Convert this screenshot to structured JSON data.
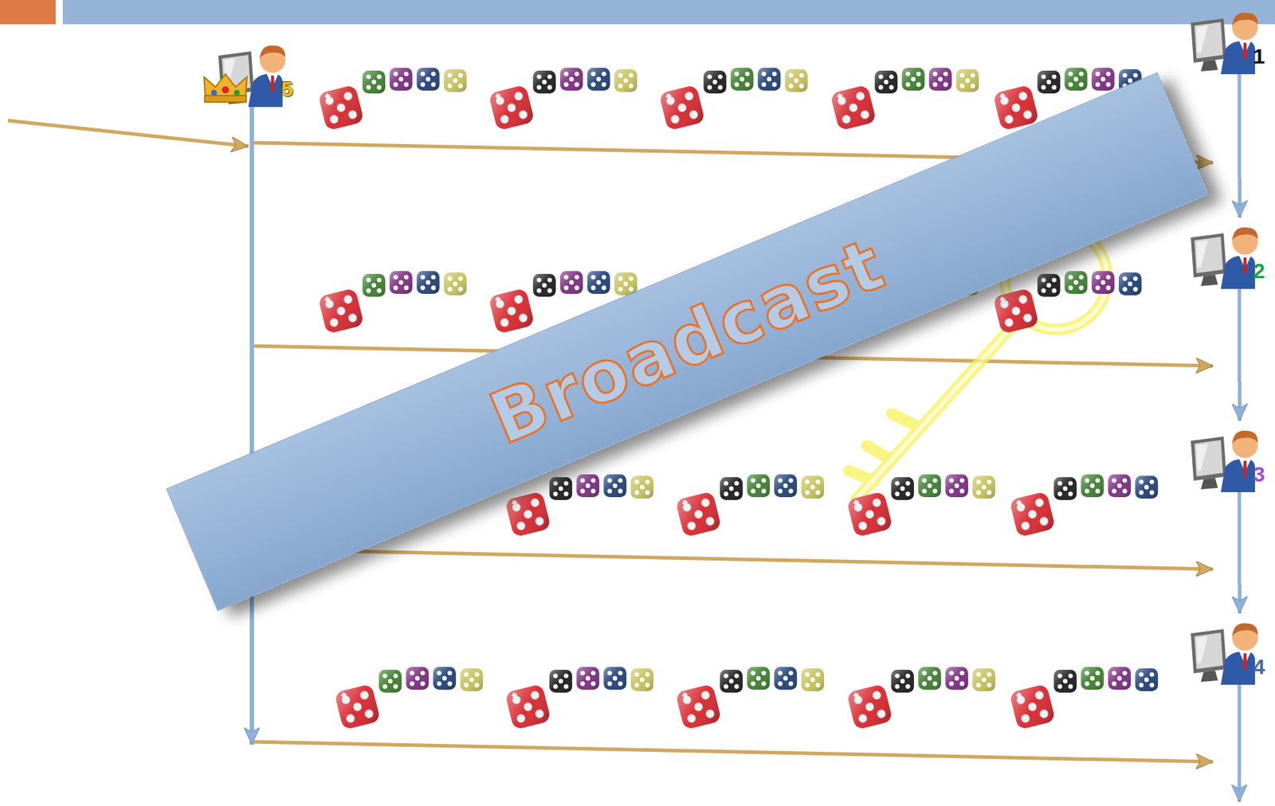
{
  "diagram": {
    "nodes": [
      {
        "text": [
          "5"
        ]
      },
      {
        "text": [
          "1"
        ]
      },
      {
        "text": [
          "2"
        ]
      },
      {
        "text": [
          "3"
        ]
      },
      {
        "text": [
          "4"
        ]
      }
    ],
    "edges": [
      {
        "from": 0,
        "to": 1,
        "arrow": "to"
      },
      {
        "from": 0,
        "to": 2,
        "arrow": "to"
      },
      {
        "from": 0,
        "to": 3,
        "arrow": "to"
      },
      {
        "from": 0,
        "to": 4,
        "arrow": "to"
      },
      {
        "from": 1,
        "to": 2,
        "arrow": "to"
      },
      {
        "from": 2,
        "to": 3,
        "arrow": "to"
      },
      {
        "from": 3,
        "to": 4,
        "arrow": "to"
      }
    ],
    "labels": [
      "Broadcast"
    ]
  }
}
